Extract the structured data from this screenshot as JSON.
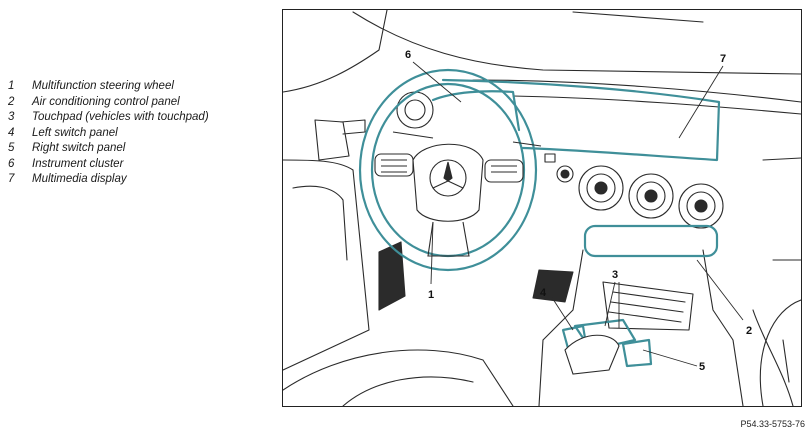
{
  "legend": [
    {
      "num": "1",
      "label": "Multifunction steering wheel"
    },
    {
      "num": "2",
      "label": "Air conditioning control panel"
    },
    {
      "num": "3",
      "label": "Touchpad (vehicles with touchpad)"
    },
    {
      "num": "4",
      "label": "Left switch panel"
    },
    {
      "num": "5",
      "label": "Right switch panel"
    },
    {
      "num": "6",
      "label": "Instrument cluster"
    },
    {
      "num": "7",
      "label": "Multimedia display"
    }
  ],
  "figure_reference": "P54.33-5753-76",
  "colors": {
    "line": "#2b2b2b",
    "highlight": "#3f8f99",
    "callout_text": "#111111"
  }
}
